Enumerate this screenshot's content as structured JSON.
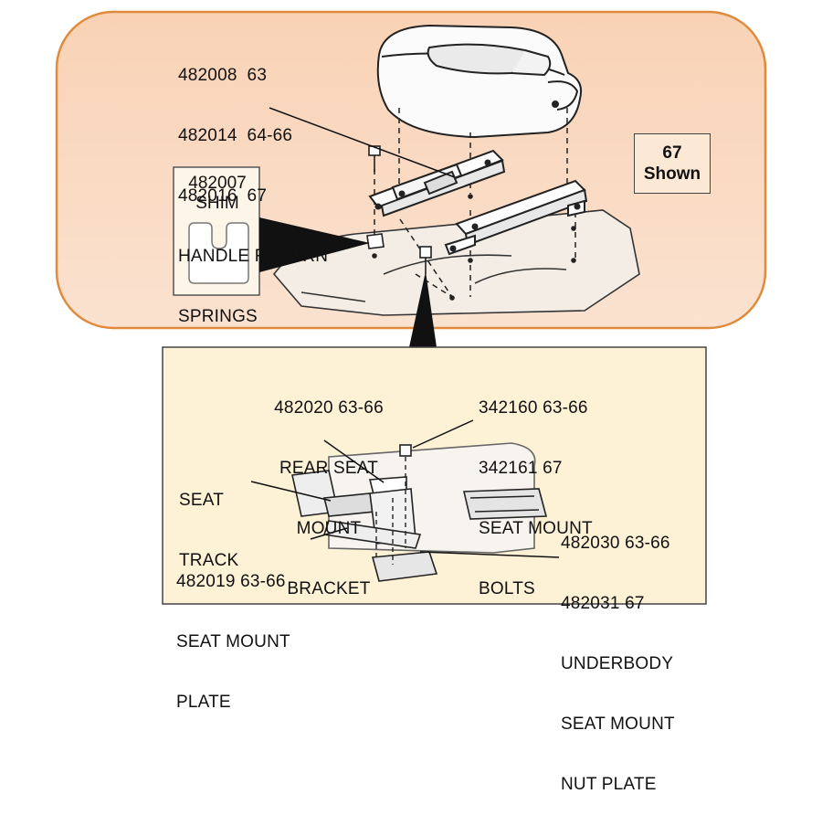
{
  "top_panel": {
    "spring_labels": [
      "482008  63",
      "482014  64-66",
      "482016  67",
      "HANDLE RETURN",
      "SPRINGS"
    ],
    "badge": {
      "line1": "67",
      "line2": "Shown"
    },
    "shim": {
      "part": "482007",
      "name": "SHIM"
    }
  },
  "bottom_panel": {
    "bracket_labels": [
      "482020 63-66",
      "REAR SEAT",
      "MOUNT",
      "BRACKET"
    ],
    "bolt_labels": [
      "342160 63-66",
      "342161 67",
      "SEAT MOUNT",
      "BOLTS"
    ],
    "track_labels": [
      "SEAT",
      "TRACK"
    ],
    "plate_labels": [
      "482019 63-66",
      "SEAT MOUNT",
      "PLATE"
    ],
    "nut_plate_labels": [
      "482030 63-66",
      "482031 67",
      "UNDERBODY",
      "SEAT MOUNT",
      "NUT PLATE"
    ]
  },
  "colors": {
    "top_panel_fill": "#f7cbab",
    "top_panel_border": "#e08a3c",
    "bottom_panel_fill": "#fdf1d6",
    "badge_fill": "#fbe9d5",
    "line": "#1a1a1a"
  }
}
